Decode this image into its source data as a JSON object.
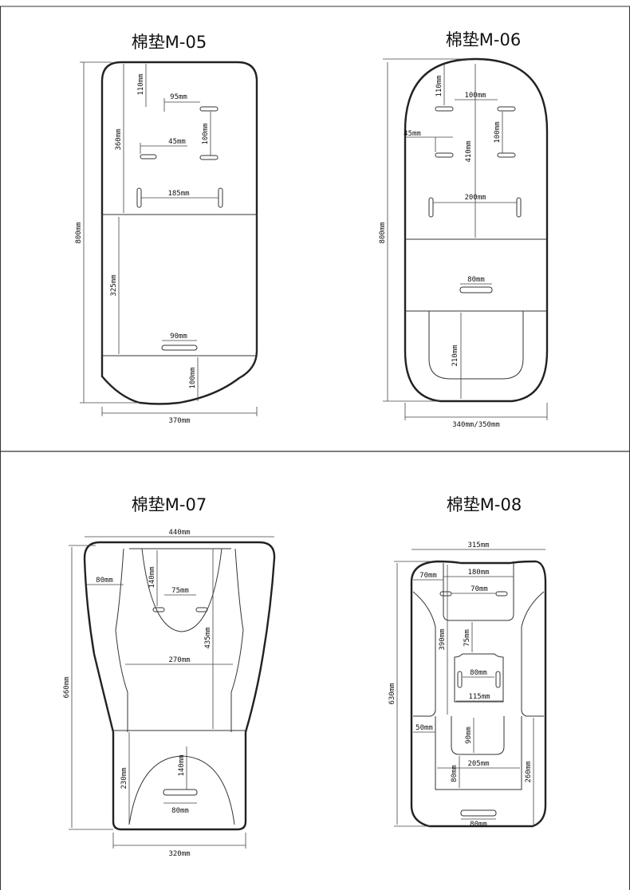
{
  "frames": [
    {
      "name": "top",
      "panels": [
        {
          "title": "棉垫M-05",
          "dims": {
            "d110": "110mm",
            "d95": "95mm",
            "d360": "360mm",
            "d100a": "100mm",
            "d45": "45mm",
            "d185": "185mm",
            "d800": "800mm",
            "d325": "325mm",
            "d90": "90mm",
            "d100b": "100mm",
            "d370": "370mm"
          }
        },
        {
          "title": "棉垫M-06",
          "dims": {
            "d110": "110mm",
            "d100a": "100mm",
            "d45": "45mm",
            "d410": "410mm",
            "d100b": "100mm",
            "d200": "200mm",
            "d800": "800mm",
            "d80": "80mm",
            "d210": "210mm",
            "d340": "340mm/350mm"
          }
        }
      ]
    },
    {
      "name": "bottom",
      "panels": [
        {
          "title": "棉垫M-07",
          "dims": {
            "d440": "440mm",
            "d80": "80mm",
            "d140a": "140mm",
            "d75": "75mm",
            "d435": "435mm",
            "d270": "270mm",
            "d660": "660mm",
            "d230": "230mm",
            "d140b": "140mm",
            "d80b": "80mm",
            "d320": "320mm"
          }
        },
        {
          "title": "棉垫M-08",
          "dims": {
            "d315": "315mm",
            "d70a": "70mm",
            "d180": "180mm",
            "d70b": "70mm",
            "d390": "390mm",
            "d75": "75mm",
            "d80a": "80mm",
            "d630": "630mm",
            "d115": "115mm",
            "d50": "50mm",
            "d90": "90mm",
            "d205": "205mm",
            "d80b": "80mm",
            "d260": "260mm",
            "d80c": "80mm"
          }
        }
      ]
    }
  ]
}
